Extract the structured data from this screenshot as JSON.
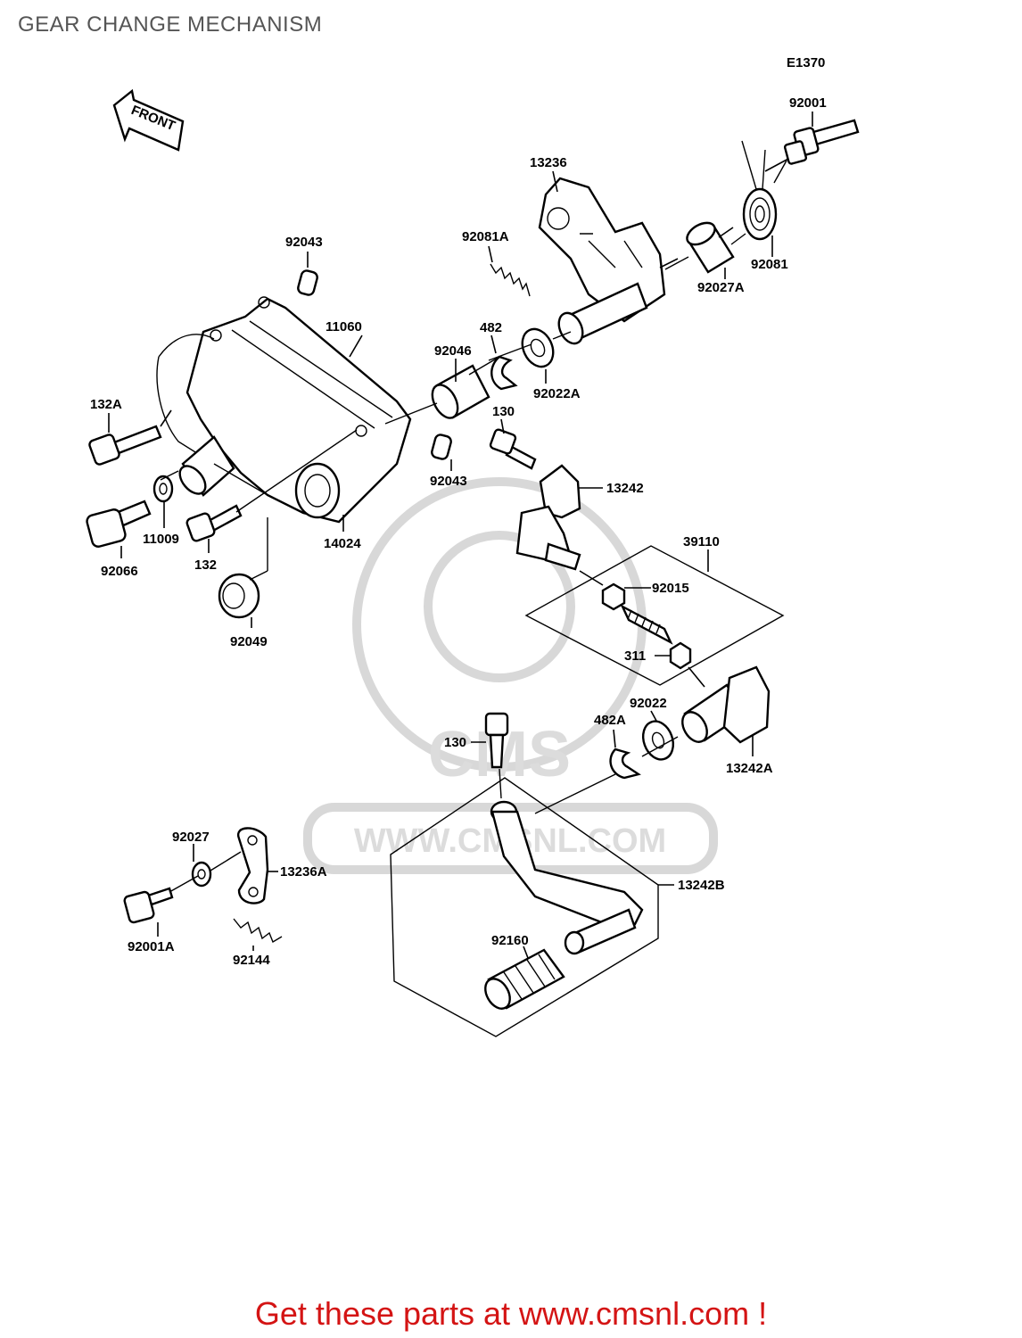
{
  "title": "GEAR CHANGE MECHANISM",
  "diagram_code": "E1370",
  "front_label": "FRONT",
  "watermark": {
    "brand": "CMS",
    "url": "WWW.CMSNL.COM"
  },
  "call_to_action": "Get these parts at www.cmsnl.com !",
  "parts": [
    "92001",
    "13236",
    "92081A",
    "92081",
    "92043",
    "11060",
    "92027A",
    "482",
    "92046",
    "92022A",
    "132A",
    "130",
    "92043",
    "13242",
    "11009",
    "132",
    "92066",
    "14024",
    "39110",
    "92015",
    "92049",
    "311",
    "92022",
    "482A",
    "130",
    "13242A",
    "92027",
    "13236A",
    "13242B",
    "92001A",
    "92144",
    "92160"
  ]
}
